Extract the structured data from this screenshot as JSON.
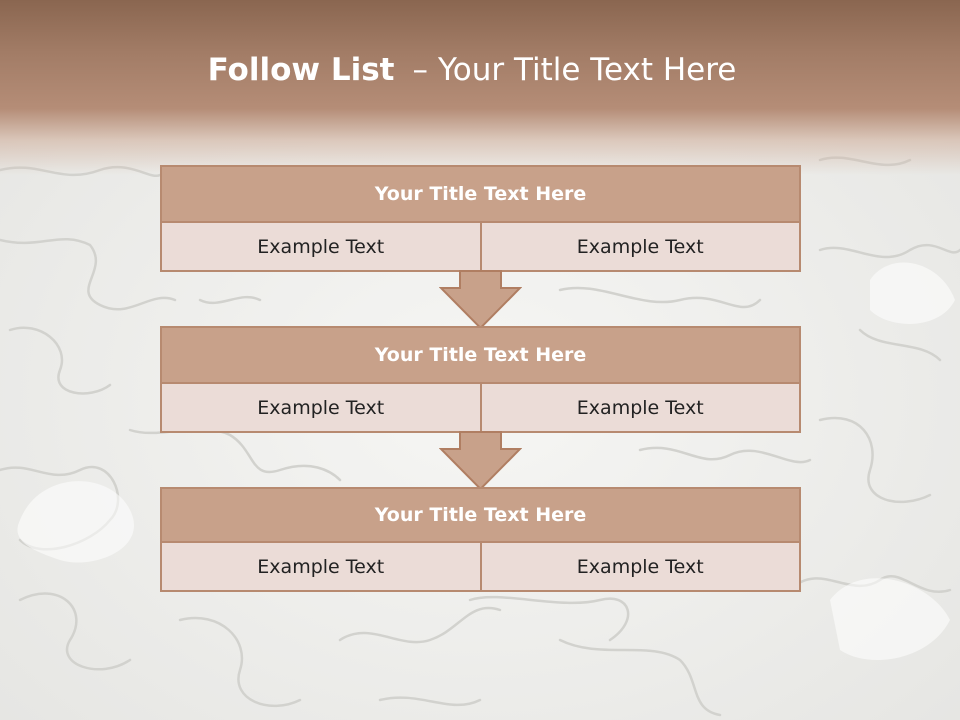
{
  "slide": {
    "title_bold": "Follow List",
    "title_sep": "–",
    "title_rest": "Your Title Text Here"
  },
  "blocks": [
    {
      "title": "Your Title Text Here",
      "cells": [
        "Example Text",
        "Example Text"
      ]
    },
    {
      "title": "Your Title Text Here",
      "cells": [
        "Example Text",
        "Example Text"
      ]
    },
    {
      "title": "Your Title Text Here",
      "cells": [
        "Example Text",
        "Example Text"
      ]
    }
  ],
  "colors": {
    "title_fill": "#c8a18a",
    "cell_fill": "#ebdcd7",
    "border": "#b78a70",
    "header_band": "#a27c66"
  }
}
